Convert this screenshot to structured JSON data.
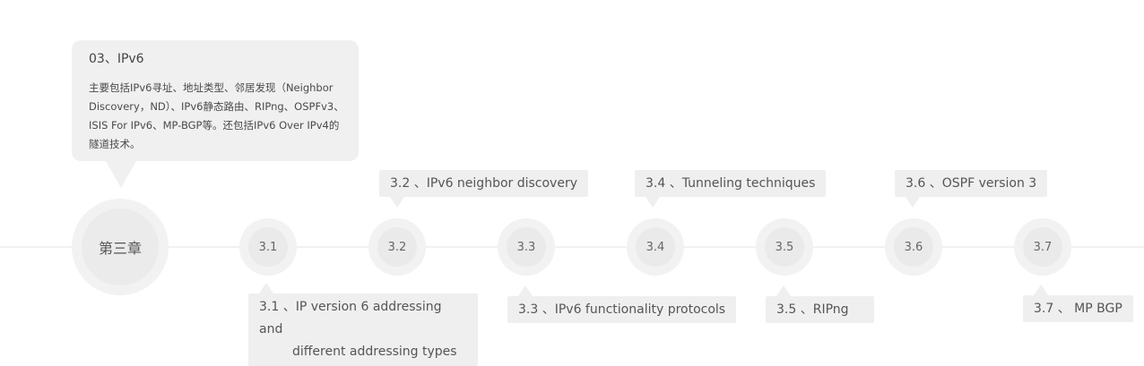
{
  "intro": {
    "title": "03、IPv6",
    "description": "主要包括IPv6寻址、地址类型、邻居发现（Neighbor Discovery，ND）、IPv6静态路由、RIPng、OSPFv3、ISIS For IPv6、MP-BGP等。还包括IPv6 Over IPv4的隧道技术。"
  },
  "chapter": {
    "label": "第三章"
  },
  "sections": [
    {
      "num": "3.1",
      "label_line1": "3.1 、IP version 6 addressing and",
      "label_line2": "different addressing types"
    },
    {
      "num": "3.2",
      "label": "3.2 、IPv6 neighbor discovery"
    },
    {
      "num": "3.3",
      "label": "3.3 、IPv6 functionality protocols"
    },
    {
      "num": "3.4",
      "label": "3.4 、Tunneling techniques"
    },
    {
      "num": "3.5",
      "label": "3.5 、RIPng"
    },
    {
      "num": "3.6",
      "label": "3.6 、OSPF version 3"
    },
    {
      "num": "3.7",
      "label": "3.7 、 MP BGP"
    }
  ]
}
